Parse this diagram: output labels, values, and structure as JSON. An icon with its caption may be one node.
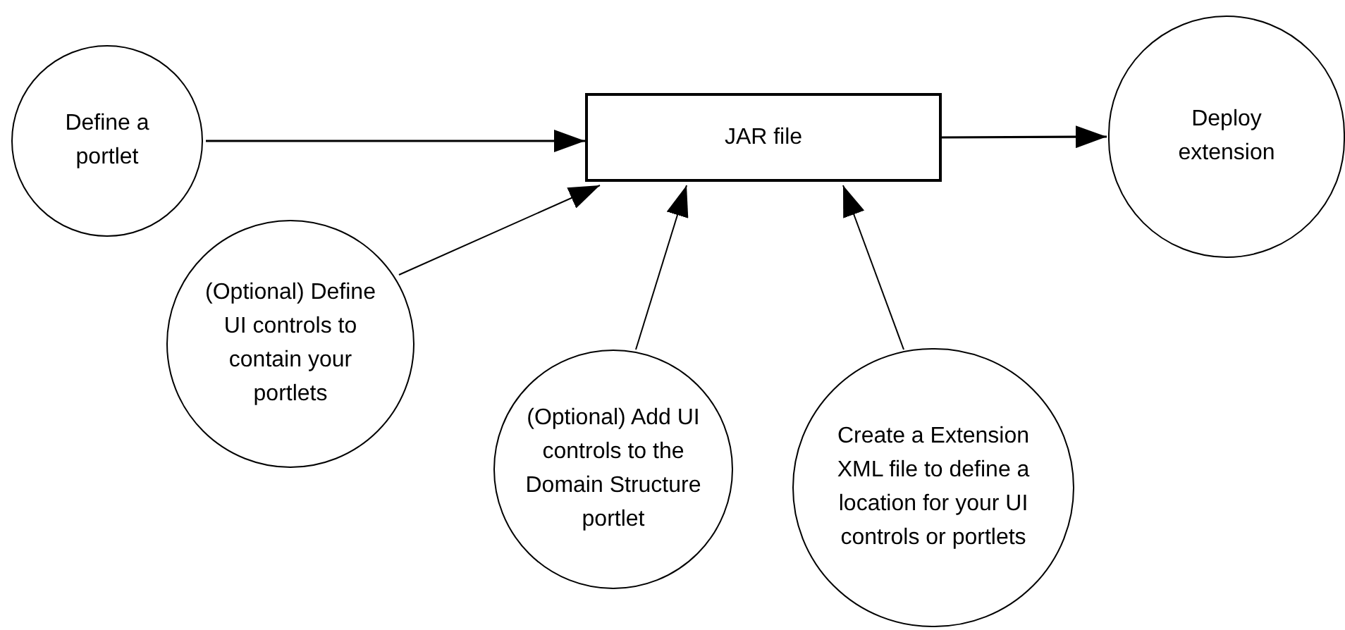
{
  "diagram": {
    "nodes": [
      {
        "text": [
          "Define a portlet"
        ]
      },
      {
        "text": [
          "JAR file"
        ]
      },
      {
        "text": [
          "Deploy extension"
        ]
      },
      {
        "text": [
          "(Optional) Define UI controls to contain your portlets"
        ]
      },
      {
        "text": [
          "(Optional) Add UI controls to the Domain Structure portlet"
        ]
      },
      {
        "text": [
          "Create a Extension XML file to define a location for your UI controls or portlets"
        ]
      }
    ],
    "edges": [
      {
        "from": 0,
        "to": 1,
        "arrow": "to"
      },
      {
        "from": 1,
        "to": 2,
        "arrow": "to"
      },
      {
        "from": 3,
        "to": 1,
        "arrow": "to"
      },
      {
        "from": 4,
        "to": 1,
        "arrow": "to"
      },
      {
        "from": 5,
        "to": 1,
        "arrow": "to"
      }
    ]
  }
}
